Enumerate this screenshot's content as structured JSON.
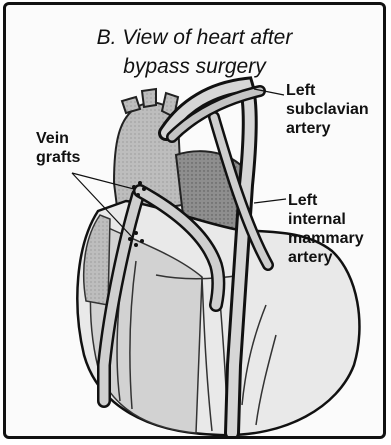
{
  "diagram": {
    "title_line1": "B. View of heart after",
    "title_line2": "bypass surgery",
    "labels": {
      "vein_grafts": [
        "Vein",
        "grafts"
      ],
      "left_subclavian_artery": [
        "Left",
        "subclavian",
        "artery"
      ],
      "left_internal_mammary_artery": [
        "Left",
        "internal",
        "mammary",
        "artery"
      ]
    }
  }
}
